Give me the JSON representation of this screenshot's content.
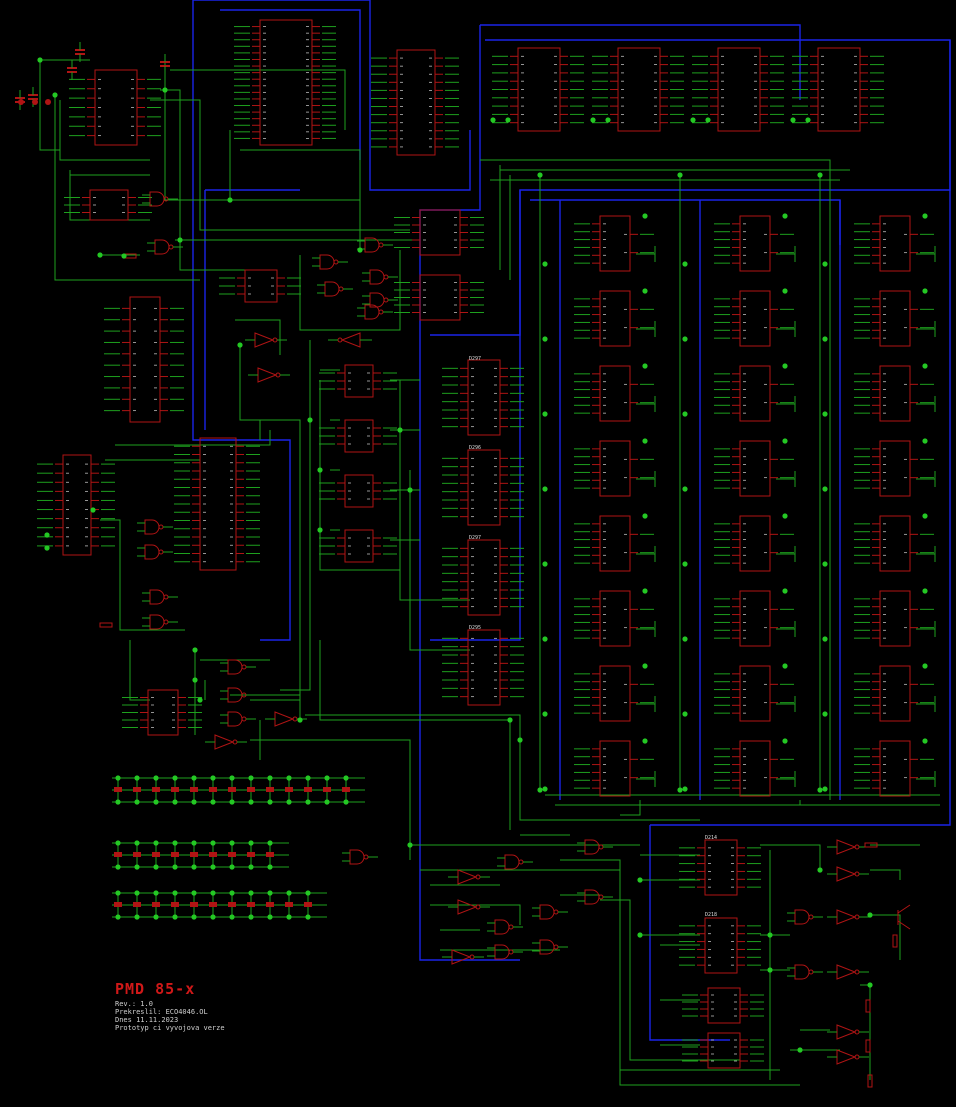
{
  "title_block": {
    "title": "PMD 85-x",
    "revision": "Rev.: 1.0",
    "redrawn": "Prekreslil: ECO4046.OL",
    "date": "Dnes 11.11.2023",
    "note": "Prototyp ci vyvojova verze"
  },
  "chip_labels": [
    "D297",
    "D296",
    "D297",
    "D295",
    "D214",
    "D218"
  ],
  "colors": {
    "background": "#000000",
    "wire": "#1ea01e",
    "bus": "#1a24e8",
    "component": "#b01414",
    "junction": "#24c824",
    "text": "#cfcfcf",
    "title": "#d01818"
  }
}
